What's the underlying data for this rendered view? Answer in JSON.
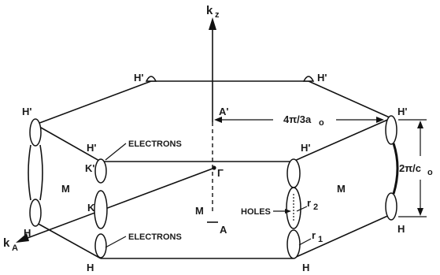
{
  "axes": {
    "kz": "k",
    "kz_sub": "z",
    "ka": "k",
    "ka_sub": "A"
  },
  "points": {
    "h_prime_top_left": "H'",
    "h_prime_top_right": "H'",
    "h_prime_left": "H'",
    "h_prime_right": "H'",
    "h_prime_front_left": "H'",
    "h_prime_front_right": "H'",
    "a_prime": "A'",
    "gamma": "Γ",
    "a": "A",
    "k_prime": "K'",
    "k_left": "K",
    "h_left": "H",
    "h_front_left": "H",
    "h_front_right": "H",
    "h_right": "H",
    "m_left": "M",
    "m_center": "M",
    "m_right": "M"
  },
  "labels": {
    "electrons_top": "ELECTRONS",
    "electrons_bottom": "ELECTRONS",
    "holes": "HOLES",
    "r2": "r",
    "r2_sub": "2",
    "r1": "r",
    "r1_sub": "1"
  },
  "dimensions": {
    "width_label": "4π/3a",
    "width_sub": "o",
    "height_label": "2π/c",
    "height_sub": "o"
  }
}
